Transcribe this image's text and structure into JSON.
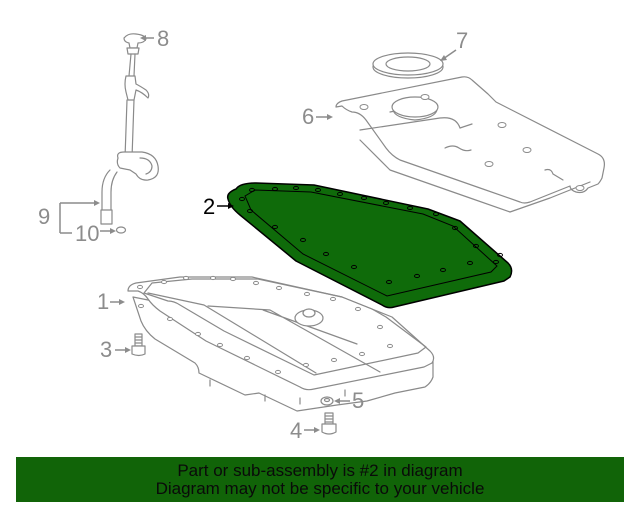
{
  "diagram": {
    "title": "Transmission oil pan assembly parts diagram",
    "highlight_color": "#0f6b0a",
    "line_color": "#8a8a8a",
    "callouts": [
      {
        "id": "1",
        "label": "1",
        "part": "oil-pan"
      },
      {
        "id": "2",
        "label": "2",
        "part": "oil-pan-gasket",
        "highlighted": true
      },
      {
        "id": "3",
        "label": "3",
        "part": "pan-bolt"
      },
      {
        "id": "4",
        "label": "4",
        "part": "drain-plug"
      },
      {
        "id": "5",
        "label": "5",
        "part": "drain-plug-washer"
      },
      {
        "id": "6",
        "label": "6",
        "part": "filter"
      },
      {
        "id": "7",
        "label": "7",
        "part": "filter-seal"
      },
      {
        "id": "8",
        "label": "8",
        "part": "dipstick-cap"
      },
      {
        "id": "9",
        "label": "9",
        "part": "dipstick-tube"
      },
      {
        "id": "10",
        "label": "10",
        "part": "o-ring"
      }
    ]
  },
  "banner": {
    "line1": "Part or sub-assembly is #2 in diagram",
    "line2": "Diagram may not be specific to your vehicle",
    "background": "#116408"
  }
}
